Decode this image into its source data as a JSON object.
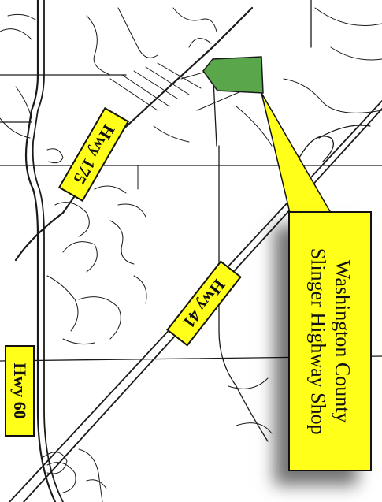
{
  "map": {
    "site_color": "#5aa64a",
    "label_color": "#ffff1a",
    "labels": {
      "hwy175": "Hwy 175",
      "hwy41": "Hwy 41",
      "hwy60": "Hwy 60"
    },
    "callout": {
      "line1": "Washington County",
      "line2": "Slinger Highway Shop"
    }
  }
}
